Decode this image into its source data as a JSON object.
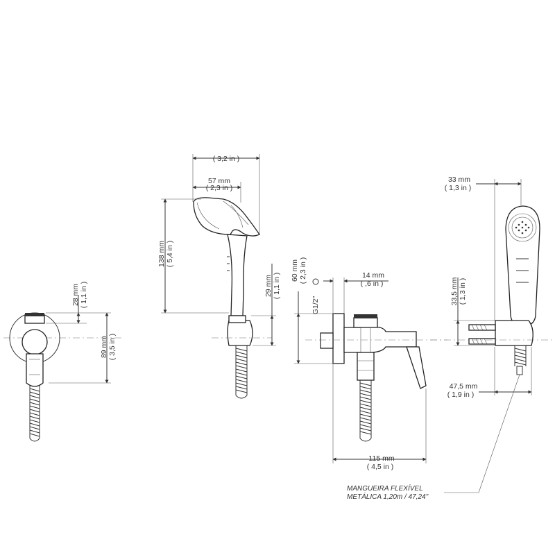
{
  "dimensions": {
    "side_width_in": "( 3,2 in )",
    "side_head_mm": "57 mm",
    "side_head_in": "( 2,3 in )",
    "side_height_mm": "138 mm",
    "side_height_in": "( 5,4 in )",
    "side_holder_mm": "29 mm",
    "side_holder_in": "( 1,1 in )",
    "front_top_mm": "28 mm",
    "front_top_in": "( 1,1 in )",
    "front_total_mm": "89 mm",
    "front_total_in": "( 3,5 in )",
    "valve_plate_mm": "60 mm",
    "valve_plate_in": "( 2,3 in )",
    "valve_thread": "G1/2\"",
    "valve_flange_mm": "14 mm",
    "valve_flange_in": "( ,6 in )",
    "valve_length_mm": "115 mm",
    "valve_length_in": "( 4,5 in )",
    "rear_width_mm": "33 mm",
    "rear_width_in": "( 1,3 in )",
    "rear_mount_mm": "33,5 mm",
    "rear_mount_in": "( 1,3 in )",
    "rear_depth_mm": "47,5 mm",
    "rear_depth_in": "( 1,9 in )"
  },
  "note": {
    "line1": "MANGUEIRA FLEXÍVEL",
    "line2": "METÁLICA 1,20m / 47,24\""
  }
}
